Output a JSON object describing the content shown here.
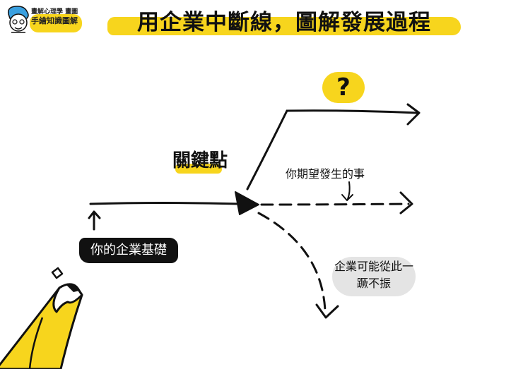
{
  "title": "用企業中斷線，圖解發展過程",
  "logo": {
    "line1": "畫解心理學 畫圖",
    "line2": "手繪知識圖解"
  },
  "labels": {
    "keypoint": "關鍵點",
    "foundation": "你的企業基礎",
    "expected": "你期望發生的事",
    "slump": "企業可能從此一蹶不振",
    "unknown": "?"
  },
  "colors": {
    "accent": "#f7d51d",
    "ink": "#111111",
    "bubble_gray": "#e4e4e4"
  }
}
